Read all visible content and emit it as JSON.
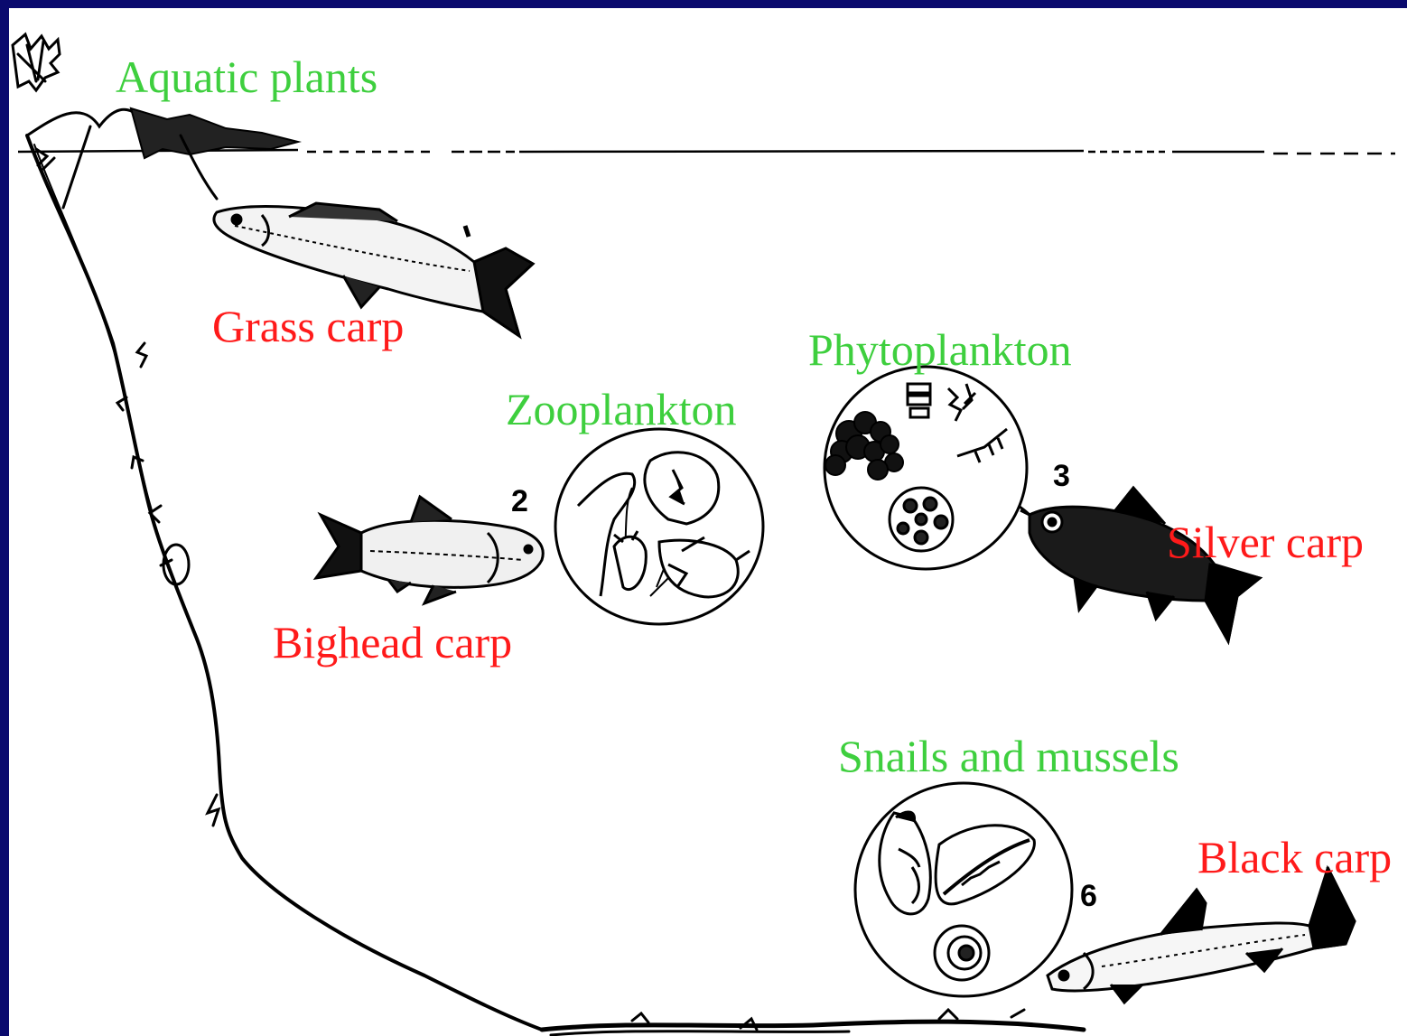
{
  "colors": {
    "frame": "#0a0a6e",
    "food_label": "#3ecf3e",
    "fish_label": "#ff1a1a",
    "ink": "#000000"
  },
  "labels": {
    "aquatic_plants": "Aquatic plants",
    "grass_carp": "Grass carp",
    "phytoplankton": "Phytoplankton",
    "zooplankton": "Zooplankton",
    "bighead_carp": "Bighead carp",
    "silver_carp": "Silver carp",
    "snails_and_mussels": "Snails and mussels",
    "black_carp": "Black carp"
  },
  "numbers": {
    "n2": "2",
    "n3": "3",
    "n6": "6"
  },
  "icons": [
    "aquatic-plant-icon",
    "grass-carp-icon",
    "bighead-carp-icon",
    "silver-carp-icon",
    "black-carp-icon",
    "zooplankton-circle-icon",
    "phytoplankton-circle-icon",
    "snails-mussels-circle-icon"
  ]
}
